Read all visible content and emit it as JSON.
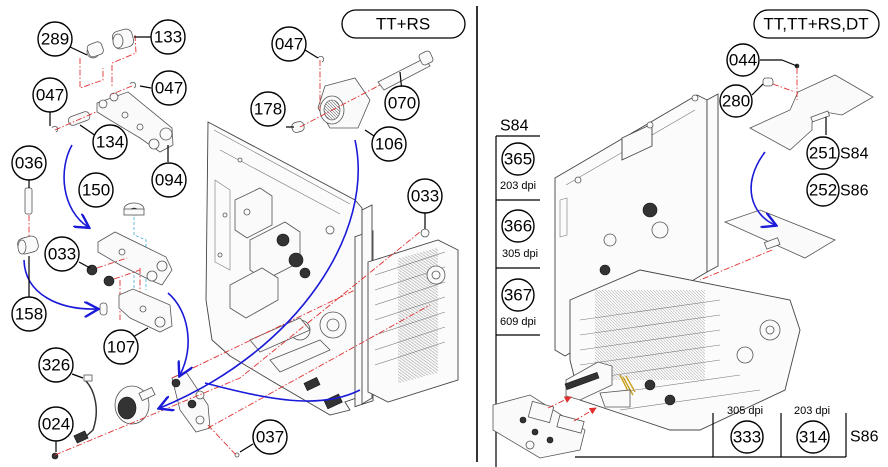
{
  "left_panel": {
    "variant_label": "TT+RS",
    "callouts": [
      {
        "id": "289",
        "label": "289"
      },
      {
        "id": "133",
        "label": "133"
      },
      {
        "id": "047a",
        "label": "047"
      },
      {
        "id": "047b",
        "label": "047"
      },
      {
        "id": "047c",
        "label": "047"
      },
      {
        "id": "134",
        "label": "134"
      },
      {
        "id": "094",
        "label": "094"
      },
      {
        "id": "036",
        "label": "036"
      },
      {
        "id": "150",
        "label": "150"
      },
      {
        "id": "033a",
        "label": "033"
      },
      {
        "id": "033b",
        "label": "033"
      },
      {
        "id": "158",
        "label": "158"
      },
      {
        "id": "107",
        "label": "107"
      },
      {
        "id": "326",
        "label": "326"
      },
      {
        "id": "024",
        "label": "024"
      },
      {
        "id": "037",
        "label": "037"
      },
      {
        "id": "178",
        "label": "178"
      },
      {
        "id": "106",
        "label": "106"
      },
      {
        "id": "070",
        "label": "070"
      }
    ]
  },
  "right_panel": {
    "variant_label": "TT,TT+RS,DT",
    "callouts": [
      {
        "id": "044",
        "label": "044"
      },
      {
        "id": "280",
        "label": "280"
      },
      {
        "id": "251",
        "label": "251",
        "suffix": "S84"
      },
      {
        "id": "252",
        "label": "252",
        "suffix": "S86"
      }
    ],
    "s84_table": {
      "header": "S84",
      "rows": [
        {
          "part": "365",
          "dpi": "203 dpi"
        },
        {
          "part": "366",
          "dpi": "305 dpi"
        },
        {
          "part": "367",
          "dpi": "609 dpi"
        }
      ]
    },
    "s86_table": {
      "label": "S86",
      "cols": [
        {
          "part": "333",
          "dpi": "305 dpi"
        },
        {
          "part": "314",
          "dpi": "203 dpi"
        }
      ]
    }
  },
  "colors": {
    "assembly_arrow": "#1a1ad8",
    "center_line": "#e03030",
    "alignment_line": "#4aa8d8"
  }
}
